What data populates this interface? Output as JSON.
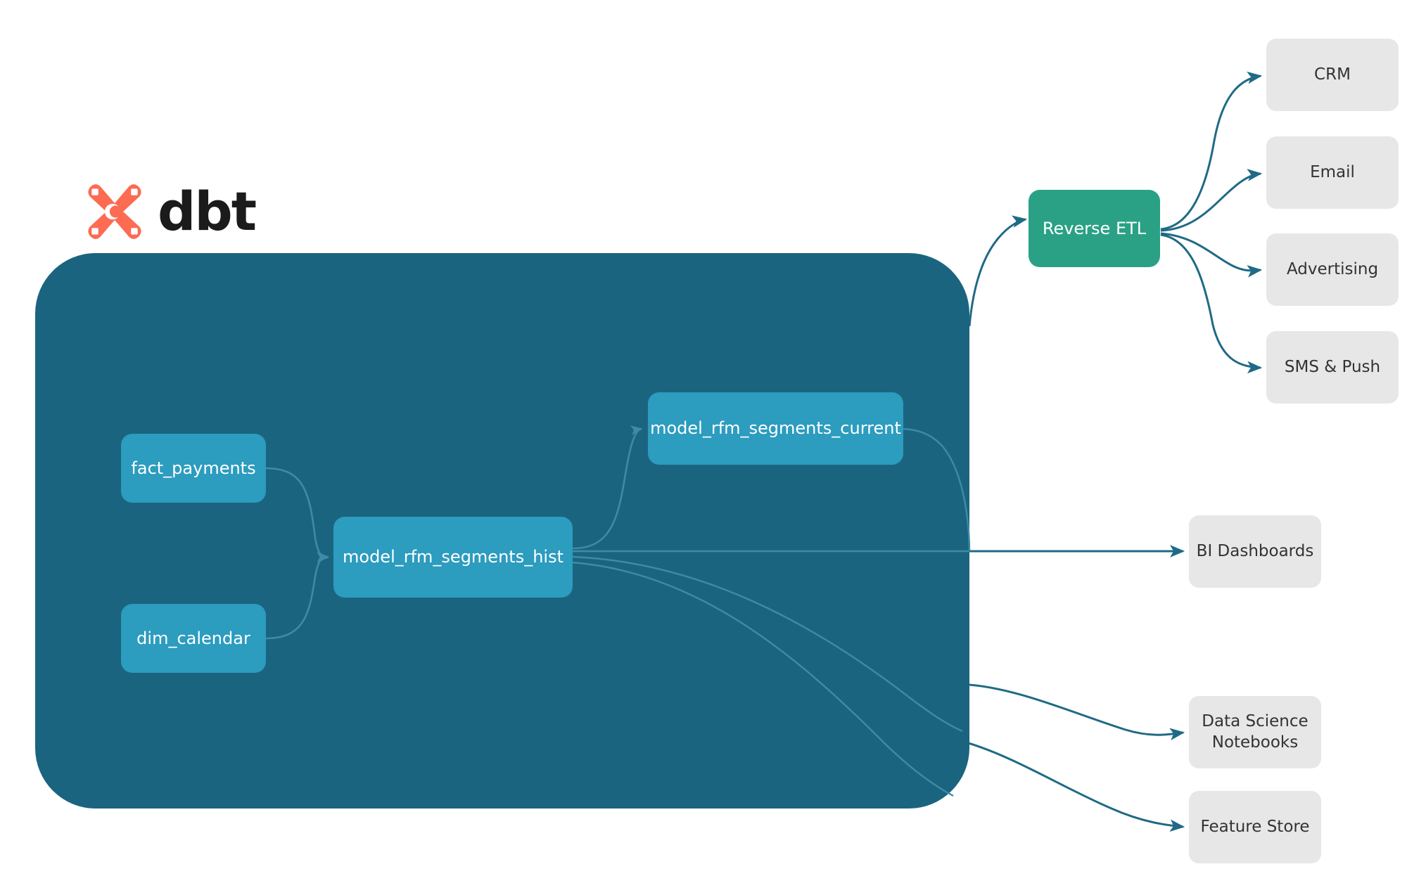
{
  "brand": {
    "logo_icon": "dbt-logo-icon",
    "wordmark": "dbt",
    "logo_color": "#fd6b52"
  },
  "colors": {
    "warehouse_background": "#1b6480",
    "model_node": "#2c9cbf",
    "reverse_etl_node": "#2aa185",
    "destination_node": "#e7e7e7",
    "edge_external": "#1f6a85",
    "edge_internal": "#3d8ba6",
    "page_background": "#ffffff"
  },
  "warehouse": {
    "name": "dbt-warehouse-container",
    "models": [
      {
        "id": "fact_payments",
        "label": "fact_payments"
      },
      {
        "id": "dim_calendar",
        "label": "dim_calendar"
      },
      {
        "id": "model_rfm_segments_hist",
        "label": "model_rfm_segments_hist"
      },
      {
        "id": "model_rfm_segments_current",
        "label": "model_rfm_segments_current"
      }
    ]
  },
  "activation": {
    "reverse_etl": {
      "id": "reverse_etl",
      "label": "Reverse ETL"
    },
    "destinations": [
      {
        "id": "crm",
        "label": "CRM"
      },
      {
        "id": "email",
        "label": "Email"
      },
      {
        "id": "advertising",
        "label": "Advertising"
      },
      {
        "id": "sms_push",
        "label": "SMS & Push"
      }
    ]
  },
  "consumers": [
    {
      "id": "bi_dashboards",
      "label": "BI Dashboards"
    },
    {
      "id": "ds_notebooks",
      "label": "Data Science\nNotebooks",
      "line1": "Data Science",
      "line2": "Notebooks"
    },
    {
      "id": "feature_store",
      "label": "Feature Store"
    }
  ],
  "edges": [
    {
      "from": "fact_payments",
      "to": "model_rfm_segments_hist",
      "style": "internal"
    },
    {
      "from": "dim_calendar",
      "to": "model_rfm_segments_hist",
      "style": "internal"
    },
    {
      "from": "model_rfm_segments_hist",
      "to": "model_rfm_segments_current",
      "style": "internal"
    },
    {
      "from": "model_rfm_segments_hist",
      "to": "bi_dashboards",
      "style": "external"
    },
    {
      "from": "model_rfm_segments_hist",
      "to": "ds_notebooks",
      "style": "external"
    },
    {
      "from": "model_rfm_segments_hist",
      "to": "feature_store",
      "style": "external"
    },
    {
      "from": "model_rfm_segments_current",
      "to": "reverse_etl",
      "style": "external"
    },
    {
      "from": "reverse_etl",
      "to": "crm",
      "style": "external"
    },
    {
      "from": "reverse_etl",
      "to": "email",
      "style": "external"
    },
    {
      "from": "reverse_etl",
      "to": "advertising",
      "style": "external"
    },
    {
      "from": "reverse_etl",
      "to": "sms_push",
      "style": "external"
    }
  ]
}
